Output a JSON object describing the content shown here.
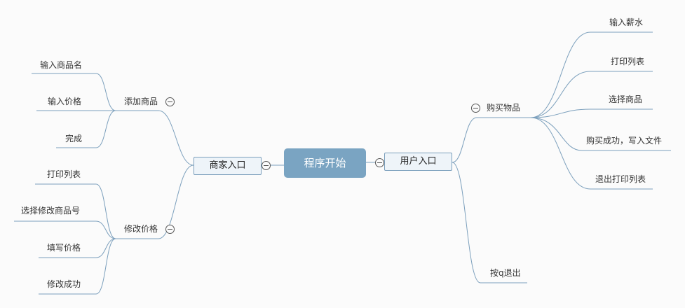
{
  "root": {
    "label": "程序开始"
  },
  "left_branch": {
    "label": "商家入口",
    "children": [
      {
        "label": "添加商品",
        "children": [
          "输入商品名",
          "输入价格",
          "完成"
        ]
      },
      {
        "label": "修改价格",
        "children": [
          "打印列表",
          "选择修改商品号",
          "填写价格",
          "修改成功"
        ]
      }
    ]
  },
  "right_branch": {
    "label": "用户入口",
    "children": [
      {
        "label": "购买物品",
        "children": [
          "输入薪水",
          "打印列表",
          "选择商品",
          "购买成功，写入文件",
          "退出打印列表"
        ]
      },
      {
        "label": "按q退出"
      }
    ]
  },
  "colors": {
    "line": "#7b9fbc",
    "root_fill": "#7aa4c2",
    "branch_fill": "#eef4f9"
  }
}
